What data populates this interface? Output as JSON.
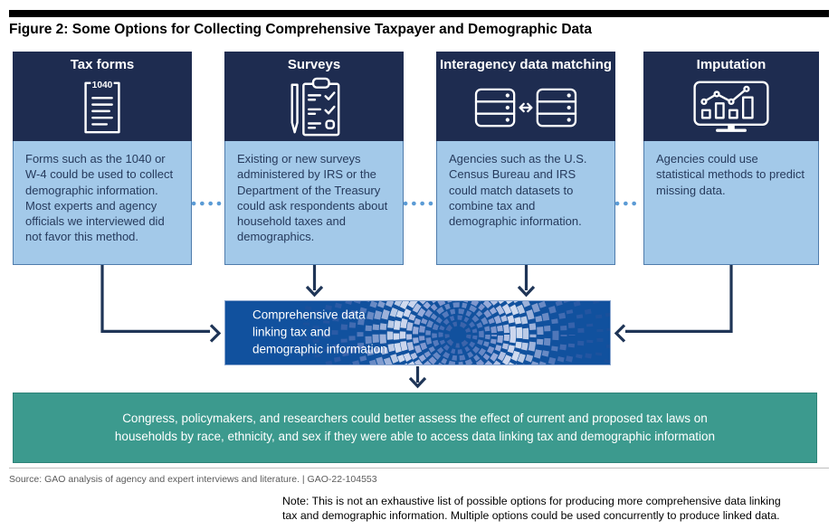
{
  "figure": {
    "title": "Figure 2: Some Options for Collecting Comprehensive Taxpayer and Demographic Data"
  },
  "options": [
    {
      "title": "Tax forms",
      "icon": "tax-form-1040-icon",
      "icon_text": "1040",
      "body": "Forms such as the 1040 or W-4 could be used to collect demographic information. Most experts and agency officials we interviewed did not favor this method."
    },
    {
      "title": "Surveys",
      "icon": "survey-checklist-pen-icon",
      "body": "Existing or new surveys administered by IRS or the Department of the Treasury could ask respondents about household taxes and demographics."
    },
    {
      "title": "Interagency data matching",
      "icon": "servers-data-matching-icon",
      "body": "Agencies such as the U.S. Census Bureau and IRS could match datasets to combine tax and demographic information."
    },
    {
      "title": "Imputation",
      "icon": "monitor-statistics-chart-icon",
      "body": "Agencies could use statistical methods to predict missing data."
    }
  ],
  "hub": {
    "label": "Comprehensive data\nlinking tax and\ndemographic information"
  },
  "outcome": {
    "text": "Congress, policymakers, and researchers could better assess the effect of current and proposed tax laws on\nhouseholds by race, ethnicity, and sex if they were able to access data linking tax and demographic information"
  },
  "footer": {
    "source": "Source: GAO analysis of agency and expert interviews and literature.  |  GAO-22-104553",
    "note": "Note: This is not an exhaustive list of possible options for producing more comprehensive data linking\ntax and demographic information. Multiple options could be used concurrently to produce linked data."
  },
  "colors": {
    "black": "#000000",
    "header_navy": "#1e2c50",
    "body_blue": "#a3c9e9",
    "body_border": "#4f7cac",
    "body_text": "#263a5c",
    "hub_blue": "#11519e",
    "hub_border": "#8aa6cf",
    "outcome_teal": "#3c9a8e",
    "teal_border": "#2d8278",
    "arrow_navy": "#1f3557",
    "dot_blue": "#5b9bd5",
    "source_gray": "#5a5a5a",
    "rule_gray": "#bfbfbf"
  }
}
